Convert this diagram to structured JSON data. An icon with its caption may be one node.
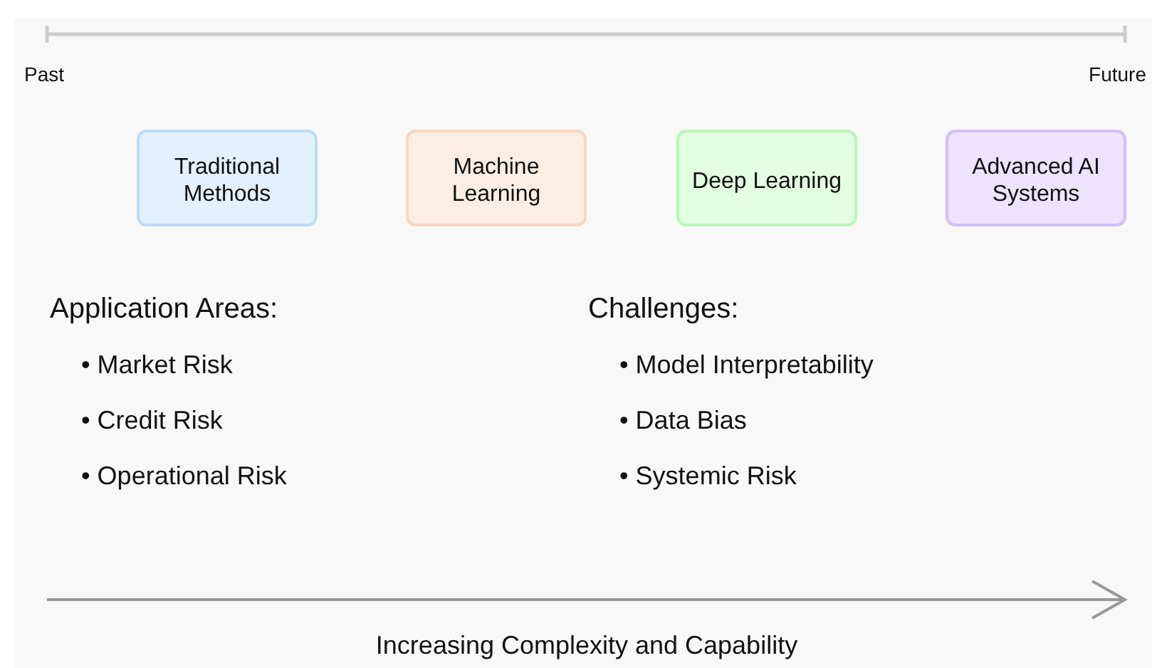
{
  "diagram": {
    "nodes": [
      {
        "text": [
          "Traditional Methods"
        ]
      },
      {
        "text": [
          "Machine Learning"
        ]
      },
      {
        "text": [
          "Deep Learning"
        ]
      },
      {
        "text": [
          "Advanced AI Systems"
        ]
      }
    ],
    "edges": [],
    "labels": [
      "Past",
      "Future",
      "Application Areas:",
      "• Market Risk",
      "• Credit Risk",
      "• Operational Risk",
      "Challenges:",
      "• Model Interpretability",
      "• Data Bias",
      "• Systemic Risk",
      "Increasing Complexity and Capability"
    ]
  }
}
